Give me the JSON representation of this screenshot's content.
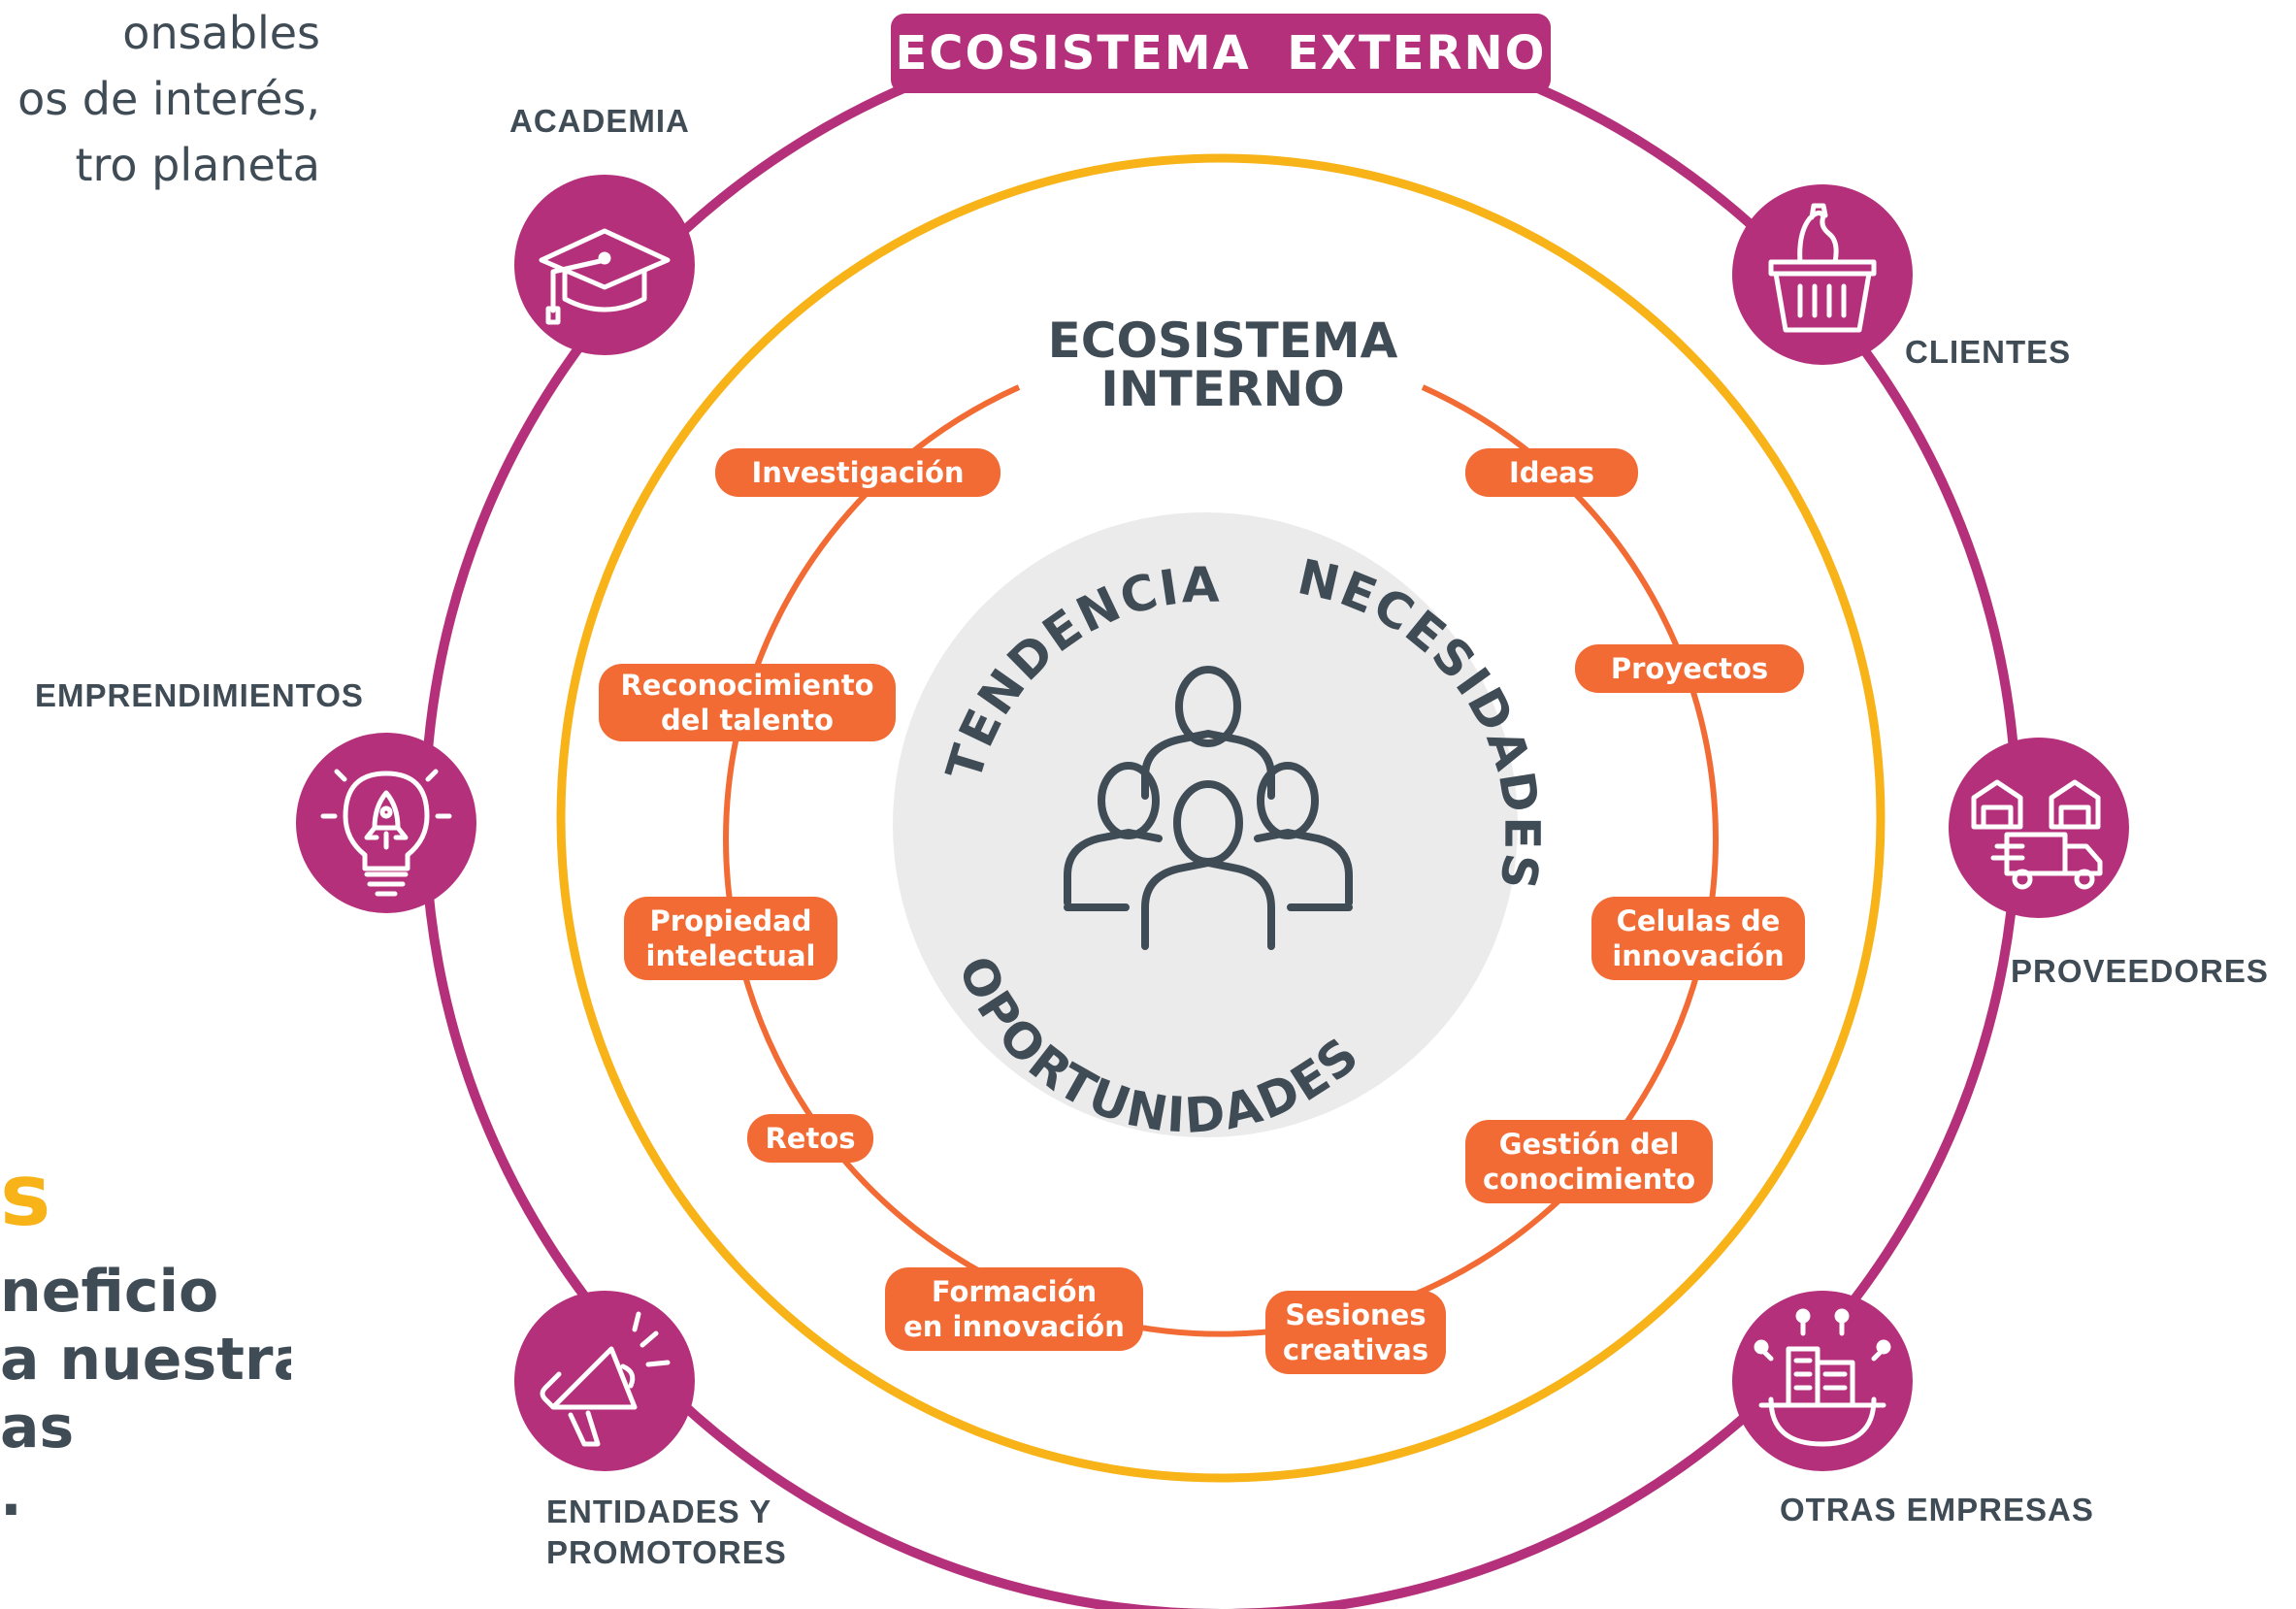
{
  "left_text": {
    "intro_lines": [
      "onsables",
      "os de interés,",
      "tro planeta"
    ],
    "big_letter": "s",
    "benefit_lines": [
      "neficio",
      "a nuestra",
      "as",
      "."
    ]
  },
  "external": {
    "title": "ECOSISTEMA  EXTERNO",
    "nodes": [
      {
        "label": "ACADEMIA",
        "icon": "graduation-cap-icon"
      },
      {
        "label": "CLIENTES",
        "icon": "shopping-basket-icon"
      },
      {
        "label": "EMPRENDIMIENTOS",
        "icon": "lightbulb-rocket-icon"
      },
      {
        "label": "PROVEEDORES",
        "icon": "warehouse-truck-icon"
      },
      {
        "label": "ENTIDADES Y\nPROMOTORES",
        "icon": "megaphone-icon"
      },
      {
        "label": "OTRAS EMPRESAS",
        "icon": "building-gear-icon"
      }
    ]
  },
  "internal": {
    "title": "ECOSISTEMA\nINTERNO",
    "items": [
      "Investigación",
      "Ideas",
      "Reconocimiento\ndel talento",
      "Proyectos",
      "Propiedad\nintelectual",
      "Celulas de\ninnovación",
      "Retos",
      "Gestión del\nconocimiento",
      "Formación\nen innovación",
      "Sesiones\ncreativas"
    ]
  },
  "core": {
    "words": [
      "TENDENCIAS",
      "NECESIDADES",
      "OPORTUNIDADES"
    ],
    "icon": "people-group-icon"
  },
  "colors": {
    "magenta": "#b5307b",
    "yellow": "#f7b318",
    "orange": "#f26b34",
    "dark_text": "#3f4b55",
    "core_bg": "#ebebeb"
  }
}
